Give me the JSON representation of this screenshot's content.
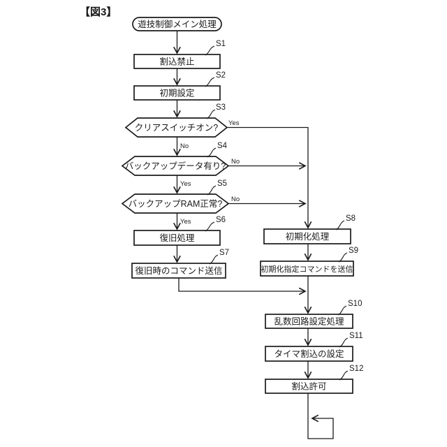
{
  "figure_label": "【図3】",
  "flow": {
    "start_label": "遊技制御メイン処理",
    "yes": "Yes",
    "no": "No",
    "steps": [
      {
        "id": "S1",
        "label": "割込禁止"
      },
      {
        "id": "S2",
        "label": "初期設定"
      },
      {
        "id": "S3",
        "label": "クリアスイッチオン?"
      },
      {
        "id": "S4",
        "label": "バックアップデータ有り?"
      },
      {
        "id": "S5",
        "label": "バックアップRAM正常?"
      },
      {
        "id": "S6",
        "label": "復旧処理"
      },
      {
        "id": "S7",
        "label": "復旧時のコマンド送信"
      },
      {
        "id": "S8",
        "label": "初期化処理"
      },
      {
        "id": "S9",
        "label": "初期化指定コマンドを送信"
      },
      {
        "id": "S10",
        "label": "乱数回路設定処理"
      },
      {
        "id": "S11",
        "label": "タイマ割込の設定"
      },
      {
        "id": "S12",
        "label": "割込許可"
      }
    ]
  }
}
